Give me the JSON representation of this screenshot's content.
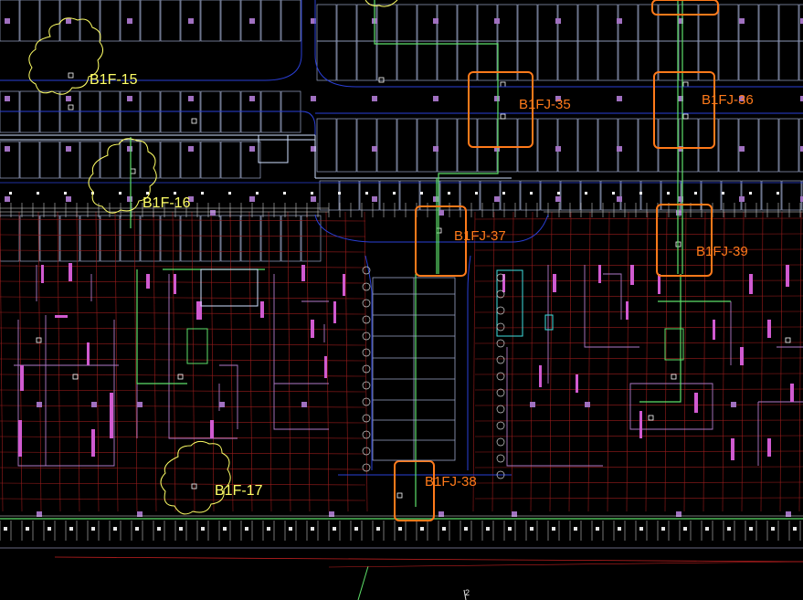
{
  "drawing": {
    "background": "#000000",
    "colors": {
      "grid_red": "#9a1d1d",
      "wall_magenta": "#d05ad0",
      "parking_gray": "#9aa6c8",
      "road_blue": "#2a3fd6",
      "pipe_green": "#5ee06a",
      "orange_callout": "#ff7a1a",
      "yellow_callout": "#ffff66",
      "pale_blue": "#cfe0ff",
      "cyan": "#3fe0e0",
      "white": "#e6e6e6"
    },
    "fire_zone_labels": [
      {
        "id": "b1f-15",
        "text": "B1F-15"
      },
      {
        "id": "b1f-16",
        "text": "B1F-16"
      },
      {
        "id": "b1f-17",
        "text": "B1F-17"
      }
    ],
    "fan_room_callouts": [
      {
        "id": "b1fj-35",
        "text": "B1FJ-35"
      },
      {
        "id": "b1fj-36",
        "text": "B1FJ-36"
      },
      {
        "id": "b1fj-37",
        "text": "B1FJ-37"
      },
      {
        "id": "b1fj-38",
        "text": "B1FJ-38"
      },
      {
        "id": "b1fj-39",
        "text": "B1FJ-39"
      }
    ],
    "axis_marker": "2"
  }
}
